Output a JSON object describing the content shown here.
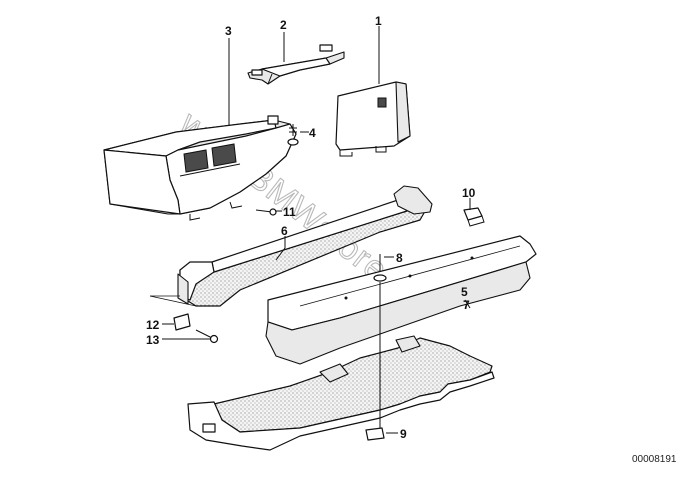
{
  "diagram": {
    "callouts": [
      {
        "id": "c1",
        "label": "1"
      },
      {
        "id": "c2",
        "label": "2"
      },
      {
        "id": "c3",
        "label": "3"
      },
      {
        "id": "c4",
        "label": "4"
      },
      {
        "id": "c5",
        "label": "5"
      },
      {
        "id": "c6",
        "label": "6"
      },
      {
        "id": "c7",
        "label": "7"
      },
      {
        "id": "c8",
        "label": "8"
      },
      {
        "id": "c9",
        "label": "9"
      },
      {
        "id": "c10",
        "label": "10"
      },
      {
        "id": "c11",
        "label": "11"
      },
      {
        "id": "c12",
        "label": "12"
      },
      {
        "id": "c13",
        "label": "13"
      }
    ],
    "watermark": "www.BMWstore.pl",
    "drawing_number": "00008191"
  },
  "colors": {
    "line": "#111111",
    "watermark": "#b9b9b9",
    "background": "#ffffff"
  }
}
